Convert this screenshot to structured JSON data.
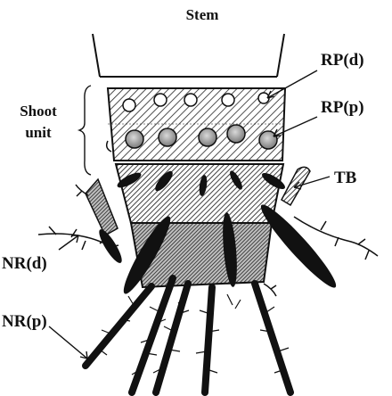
{
  "labels": {
    "stem": "Stem",
    "shoot_unit_line1": "Shoot",
    "shoot_unit_line2": "unit",
    "rp_d": "RP(d)",
    "rp_p": "RP(p)",
    "tb": "TB",
    "nr_d": "NR(d)",
    "nr_p": "NR(p)"
  }
}
